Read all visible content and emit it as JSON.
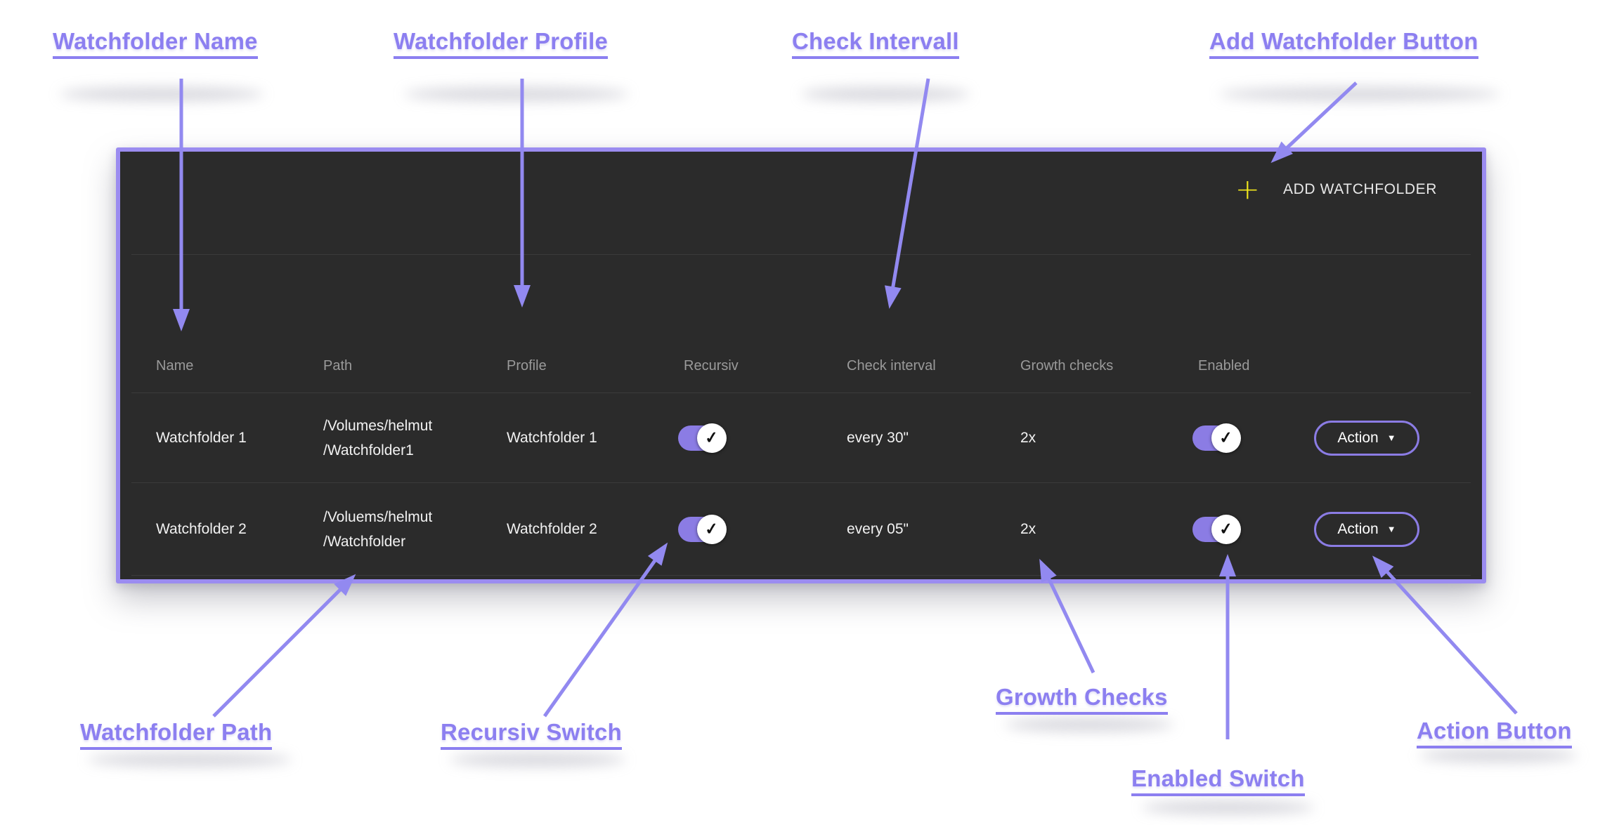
{
  "annotations": {
    "top": [
      {
        "label": "Watchfolder Name"
      },
      {
        "label": "Watchfolder Profile"
      },
      {
        "label": "Check Intervall"
      },
      {
        "label": "Add Watchfolder Button"
      }
    ],
    "bottom": [
      {
        "label": "Watchfolder Path"
      },
      {
        "label": "Recursiv Switch"
      },
      {
        "label": "Growth Checks"
      },
      {
        "label": "Enabled Switch"
      },
      {
        "label": "Action Button"
      }
    ]
  },
  "panel": {
    "add_button": {
      "icon": "plus-icon",
      "glyph": "+",
      "label": "ADD WATCHFOLDER"
    },
    "table": {
      "columns": [
        "Name",
        "Path",
        "Profile",
        "Recursiv",
        "Check interval",
        "Growth checks",
        "Enabled"
      ],
      "rows": [
        {
          "name": "Watchfolder 1",
          "path_line1": "/Volumes/helmut",
          "path_line2": "/Watchfolder1",
          "profile": "Watchfolder 1",
          "recursiv_on": "true",
          "check_interval": "every 30\"",
          "growth_checks": "2x",
          "enabled_on": "true",
          "action_label": "Action"
        },
        {
          "name": "Watchfolder 2",
          "path_line1": "/Voluems/helmut",
          "path_line2": "/Watchfolder",
          "profile": "Watchfolder 2",
          "recursiv_on": "true",
          "check_interval": "every 05\"",
          "growth_checks": "2x",
          "enabled_on": "true",
          "action_label": "Action"
        }
      ]
    }
  },
  "icons": {
    "check": "✓",
    "caret_down": "▼"
  },
  "colors": {
    "annotation_purple": "#8c7ff0",
    "arrow_purple": "#9289f0",
    "panel_background": "#2b2b2b",
    "panel_border": "#9b8cf0",
    "toggle_purple": "#8b7ce4",
    "plus_yellow": "#f2e71c",
    "header_text": "#9a9a9a",
    "body_text": "#f2f2f2"
  }
}
